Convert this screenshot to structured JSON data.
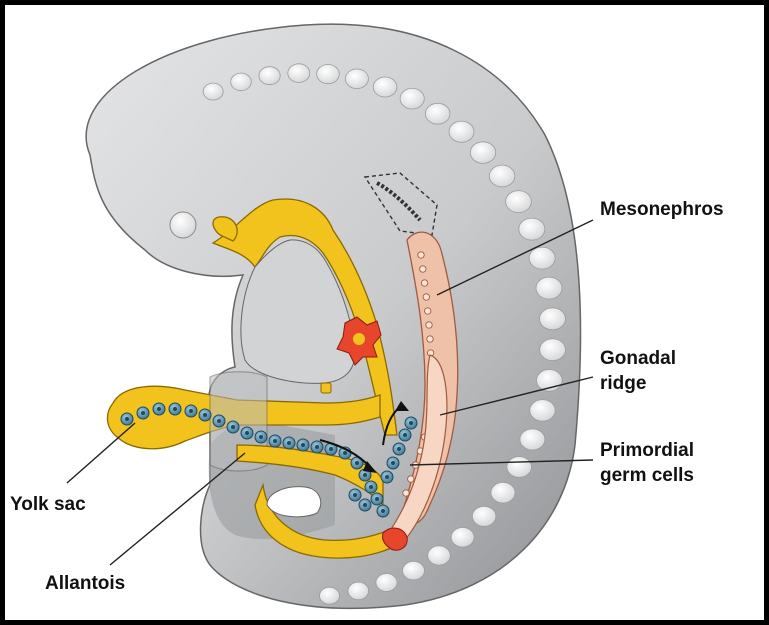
{
  "labels": {
    "mesonephros": "Mesonephros",
    "gonadal_ridge_line1": "Gonadal",
    "gonadal_ridge_line2": "ridge",
    "primordial_line1": "Primordial",
    "primordial_line2": "germ cells",
    "yolk_sac": "Yolk sac",
    "allantois": "Allantois"
  },
  "colors": {
    "background": "#000000",
    "canvas": "#ffffff",
    "embryo_body": "#c9cacc",
    "embryo_shadow": "#8f9194",
    "somite": "#f1f1f1",
    "endoderm_yellow": "#f2c21d",
    "mesonephros_pink": "#efc1a8",
    "germ_cell_blue": "#4d8aa6",
    "heart_red": "#e8462c",
    "outline": "#555555"
  },
  "structures": [
    "embryo-body",
    "somite-column",
    "gut-endoderm",
    "yolk-sac",
    "allantois",
    "mesonephros",
    "gonadal-ridge",
    "primordial-germ-cells",
    "heart-primordium",
    "eye-placode"
  ]
}
